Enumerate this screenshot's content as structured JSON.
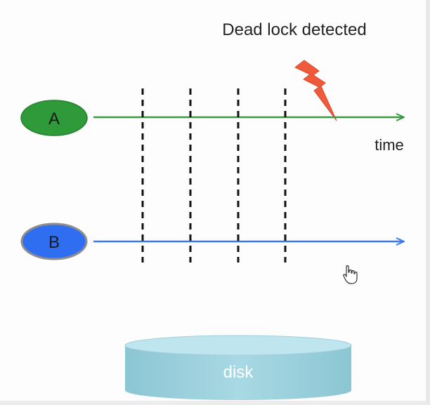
{
  "title": "Dead lock detected",
  "time_label": "time",
  "disk_label": "disk",
  "processes": [
    {
      "label": "A",
      "color": "#2e9a3a",
      "line_color": "#3a9a44"
    },
    {
      "label": "B",
      "color": "#2f6ef0",
      "line_color": "#3b79f2"
    }
  ],
  "checkpoint_count": 4,
  "icons": {
    "alert": "lightning-bolt-icon",
    "cursor": "hand-pointer-icon"
  },
  "colors": {
    "bolt": "#ef5a3c",
    "disk_top": "#a9d8e2",
    "disk_body": "#9ccfdb",
    "dash": "#111111"
  }
}
